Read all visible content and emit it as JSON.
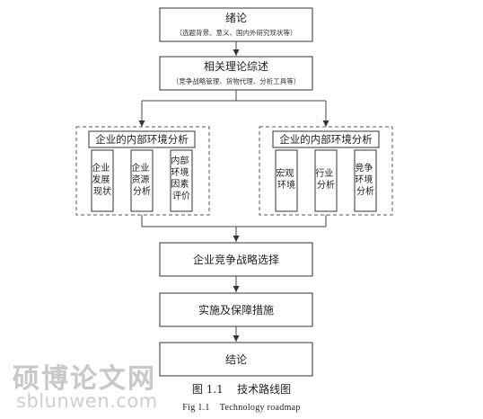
{
  "nodes": {
    "intro": {
      "title": "绪论",
      "subtitle": "（选题背景、意义、国内外研究现状等）"
    },
    "theory": {
      "title": "相关理论综述",
      "subtitle": "（竞争战略管理、货物代理、分析工具等）"
    },
    "internal": {
      "title": "企业的内部环境分析",
      "items": [
        [
          "企业",
          "发展",
          "现状"
        ],
        [
          "企业",
          "资源",
          "分析"
        ],
        [
          "内部",
          "环境",
          "因素",
          "评价"
        ]
      ]
    },
    "external": {
      "title": "企业的内部环境分析",
      "items": [
        [
          "宏观",
          "环境"
        ],
        [
          "行业",
          "分析"
        ],
        [
          "竞争",
          "环境",
          "分析"
        ]
      ]
    },
    "strategy": {
      "title": "企业竞争战略选择"
    },
    "measures": {
      "title": "实施及保障措施"
    },
    "conclusion": {
      "title": "结论"
    }
  },
  "caption": {
    "zh": "图 1.1    技术路线图",
    "en": "Fig 1.1    Technology roadmap"
  },
  "watermark": {
    "zh": "硕博论文网",
    "en": "sblunwen.com"
  }
}
